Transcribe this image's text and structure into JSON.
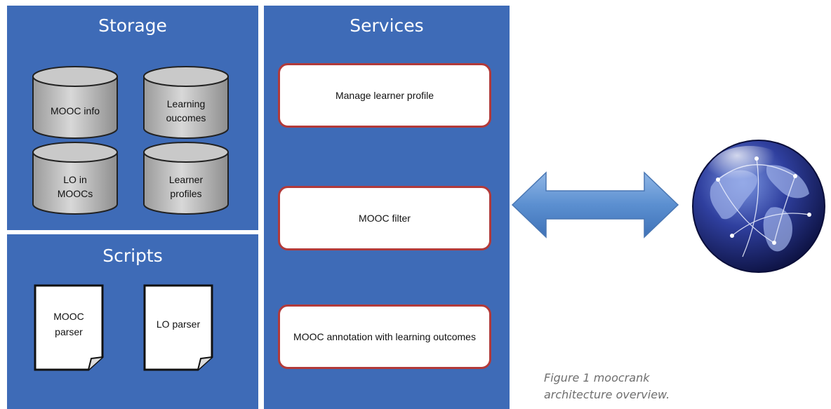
{
  "storage": {
    "title": "Storage",
    "databases": [
      {
        "label": "MOOC info"
      },
      {
        "label": "Learning\noucomes"
      },
      {
        "label": "LO in\nMOOCs"
      },
      {
        "label": "Learner\nprofiles"
      }
    ]
  },
  "scripts": {
    "title": "Scripts",
    "files": [
      {
        "label": "MOOC\nparser"
      },
      {
        "label": "LO parser"
      }
    ]
  },
  "services": {
    "title": "Services",
    "items": [
      {
        "label": "Manage learner profile"
      },
      {
        "label": "MOOC filter"
      },
      {
        "label": "MOOC annotation with learning outcomes"
      }
    ]
  },
  "arrow": {
    "type": "bidirectional",
    "color": "#6a9ad4"
  },
  "globe": {
    "icon": "globe-network-icon"
  },
  "caption": "Figure 1 moocrank\narchitecture overview.",
  "colors": {
    "panel": "#3e6bb7",
    "service_border": "#b23a3a",
    "cylinder_fill": "#bdbdbd",
    "arrow": "#6a9ad4"
  }
}
